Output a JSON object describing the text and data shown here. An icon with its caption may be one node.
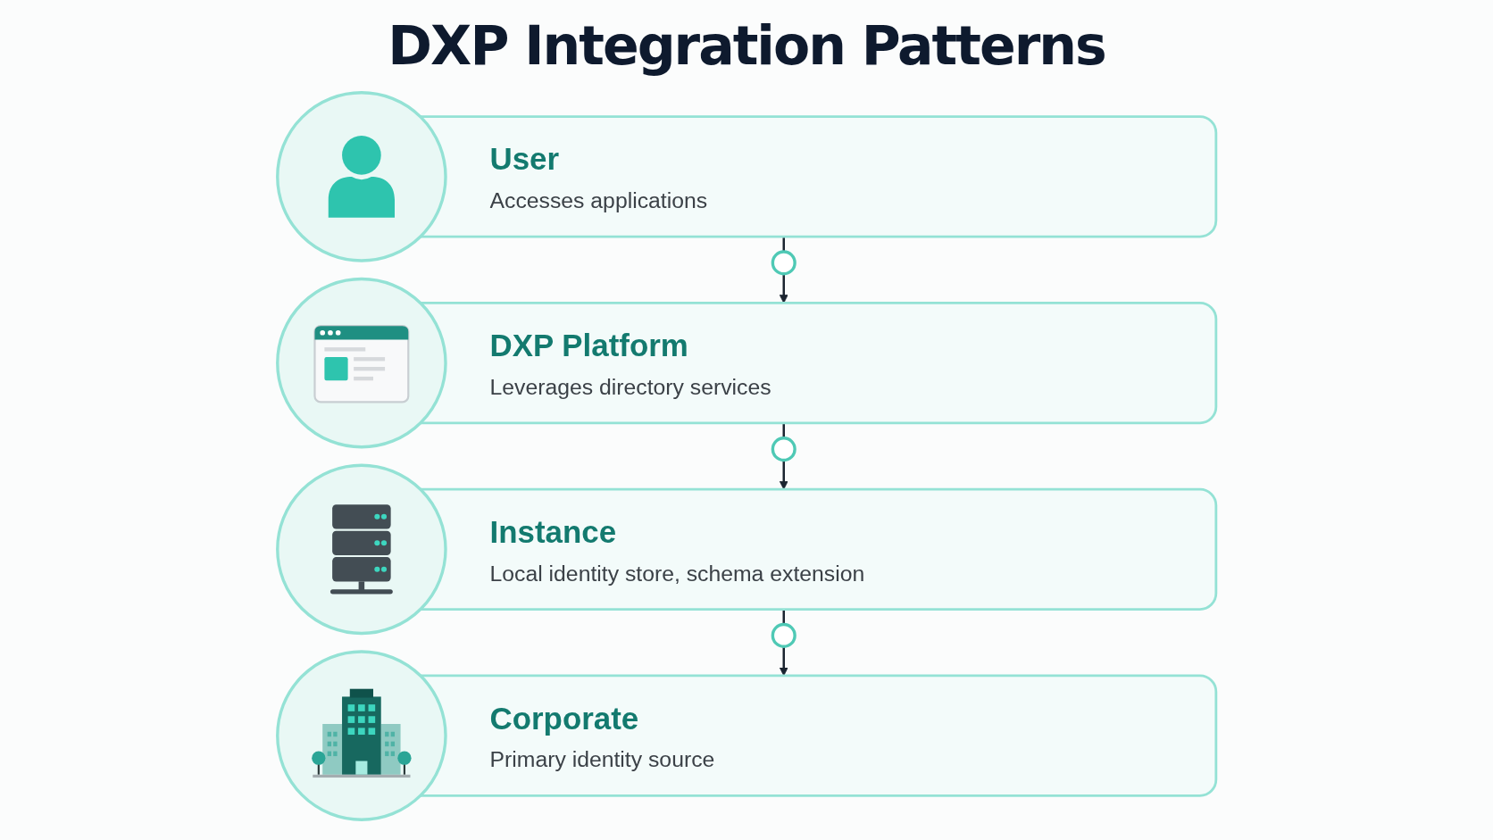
{
  "diagram": {
    "title": "DXP Integration Patterns",
    "nodes": [
      {
        "text": [
          "User",
          "Accesses applications"
        ]
      },
      {
        "text": [
          "DXP Platform",
          "Leverages directory services"
        ]
      },
      {
        "text": [
          "Instance",
          "Local identity store, schema extension"
        ]
      },
      {
        "text": [
          "Corporate",
          "Primary identity source"
        ]
      }
    ],
    "edges": [
      {
        "from": 0,
        "to": 1,
        "arrow": "to"
      },
      {
        "from": 1,
        "to": 2,
        "arrow": "to"
      },
      {
        "from": 2,
        "to": 3,
        "arrow": "to"
      }
    ]
  }
}
